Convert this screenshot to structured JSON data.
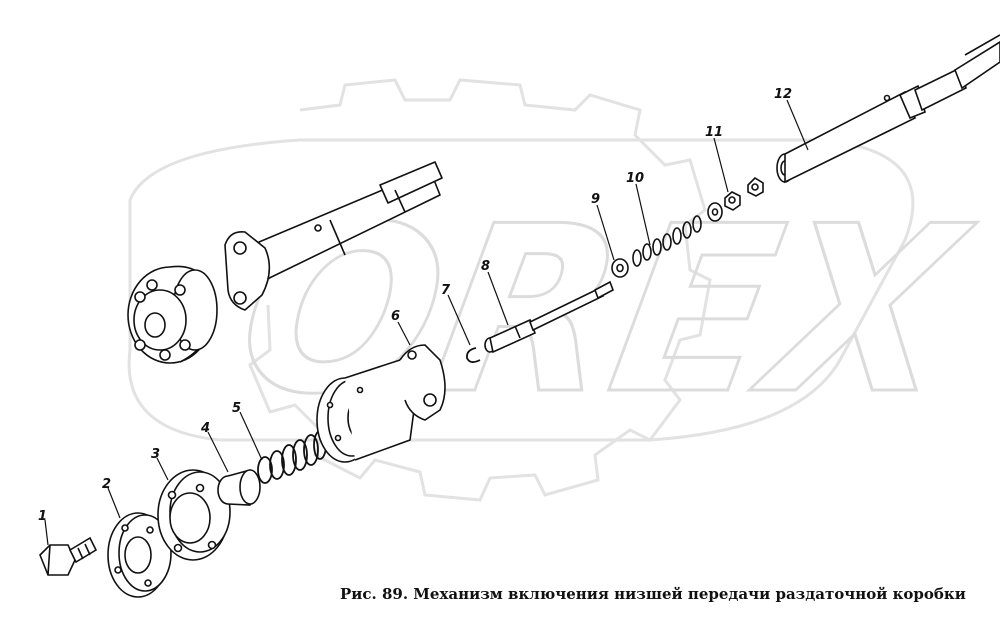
{
  "caption": "Рис. 89. Механизм включения низшей передачи раздаточной коробки",
  "corner_mark": "",
  "watermark": {
    "text": "OREX",
    "color": "#e6e6e6"
  },
  "callouts": [
    {
      "id": "1",
      "label": "1"
    },
    {
      "id": "2",
      "label": "2"
    },
    {
      "id": "3",
      "label": "3"
    },
    {
      "id": "4",
      "label": "4"
    },
    {
      "id": "5",
      "label": "5"
    },
    {
      "id": "6",
      "label": "6"
    },
    {
      "id": "7",
      "label": "7"
    },
    {
      "id": "8",
      "label": "8"
    },
    {
      "id": "9",
      "label": "9"
    },
    {
      "id": "10",
      "label": "10"
    },
    {
      "id": "11",
      "label": "11"
    },
    {
      "id": "12",
      "label": "12"
    }
  ]
}
